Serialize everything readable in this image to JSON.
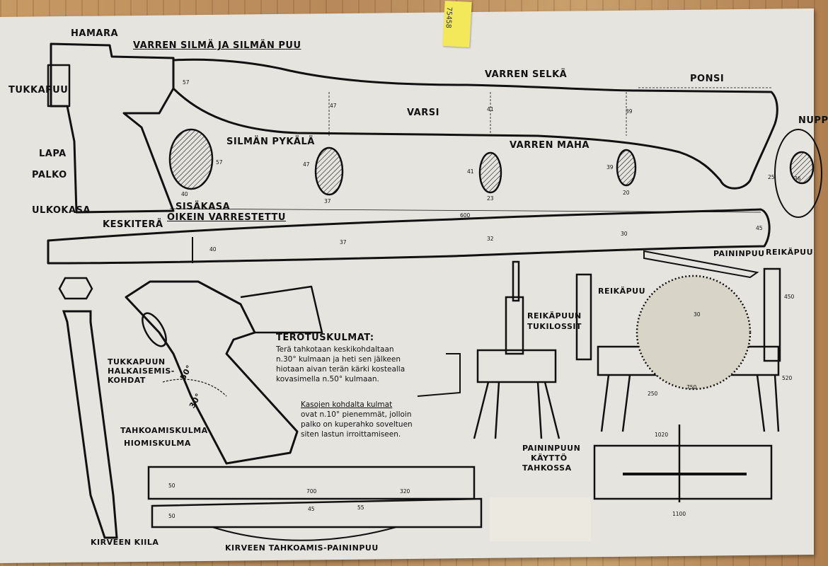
{
  "labels": {
    "hamara": "HAMARA",
    "varren_silma": "VARREN SILMÄ JA SILMÄN PUU",
    "tukkapuu": "TUKKAPUU",
    "varren_selka": "VARREN SELKÄ",
    "ponsi": "PONSI",
    "nuppi": "NUPPI",
    "varsi": "VARSI",
    "silman_pykala": "SILMÄN PYKÄLÄ",
    "varren_maha": "VARREN MAHA",
    "lapa": "LAPA",
    "palko": "PALKO",
    "ulkokasa": "ULKOKASA",
    "sisakasa": "SISÄKASA",
    "keskitera": "KESKITERÄ",
    "oikein_varrestettu": "OIKEIN VARRESTETTU",
    "paininpuu": "PAININPUU",
    "reikapuu_top": "REIKÄPUU",
    "reikapuu": "REIKÄPUU",
    "reikapuun_tukilossit_1": "REIKÄPUUN",
    "reikapuun_tukilossit_2": "TUKILOSSIT",
    "terotuskulmat": "TEROTUSKULMAT:",
    "tukkapuun_1": "TUKKAPUUN",
    "tukkapuun_2": "HALKAISEMIS-",
    "tukkapuun_3": "KOHDAT",
    "tahkoamiskulma": "TAHKOAMISKULMA",
    "hiomiskulma": "HIOMISKULMA",
    "kirveen_kiila": "KIRVEEN KIILA",
    "kirveen_tahkoamis": "KIRVEEN TAHKOAMIS-PAININPUU",
    "paininpuun_1": "PAININPUUN",
    "paininpuun_2": "KÄYTTÖ",
    "paininpuun_3": "TAHKOSSA",
    "angle_50": "50°",
    "angle_30": "30°"
  },
  "notes": {
    "sharpening_1": "Terä tahkotaan keskikohdaltaan",
    "sharpening_2": "n.30° kulmaan ja heti sen jälkeen",
    "sharpening_3": "hiotaan aivan terän kärki kostealla",
    "sharpening_4": "kovasimella n.50° kulmaan.",
    "corners_1": "Kasojen kohdalta kulmat",
    "corners_2": "ovat n.10° pienemmät, jolloin",
    "corners_3": "palko on kuperahko soveltuen",
    "corners_4": "siten lastun irroittamiseen."
  },
  "tag": {
    "text": "75458"
  },
  "dimensions": {
    "d57a": "57",
    "d47a": "47",
    "d41a": "41",
    "d39a": "39",
    "d57b": "57",
    "d47b": "47",
    "d41b": "41",
    "d39b": "39",
    "d40": "40",
    "d37": "37",
    "d23": "23",
    "d20": "20",
    "d25": "25",
    "d36": "36",
    "d600": "600",
    "l40": "40",
    "l37": "37",
    "l32": "32",
    "l30": "30",
    "l45": "45",
    "d30": "30",
    "d450": "450",
    "d520": "520",
    "d250": "250",
    "d750": "750",
    "d1020": "1020",
    "d1100": "1100",
    "p50a": "50",
    "p50b": "50",
    "p700": "700",
    "p320": "320",
    "p45": "45",
    "p55": "55"
  },
  "colors": {
    "board": "#e6e4de",
    "ink": "#111111",
    "tag": "#f3e85a"
  }
}
